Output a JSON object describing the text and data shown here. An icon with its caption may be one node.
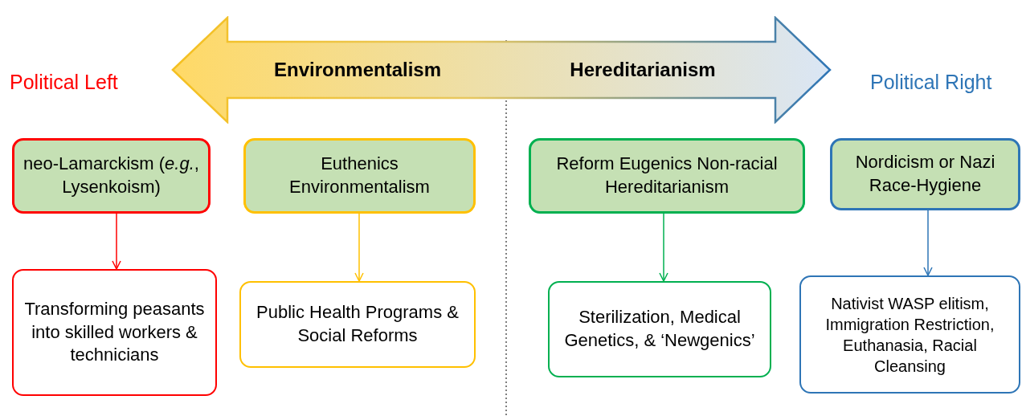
{
  "diagram": {
    "nodes": [
      {
        "text": [
          "Environmentalism",
          "Hereditarianism"
        ]
      },
      {
        "text": [
          "neo-Lamarckism (*e.g.*, Lysenkoism)"
        ]
      },
      {
        "text": [
          "Euthenics Environmentalism"
        ]
      },
      {
        "text": [
          "Reform Eugenics Non-racial Hereditarianism"
        ]
      },
      {
        "text": [
          "Nordicism or Nazi Race-Hygiene"
        ]
      },
      {
        "text": [
          "Transforming peasants into skilled workers & technicians"
        ]
      },
      {
        "text": [
          "Public Health Programs & Social Reforms"
        ]
      },
      {
        "text": [
          "Sterilization, Medical Genetics, & ‘Newgenics’"
        ]
      },
      {
        "text": [
          "Nativist WASP elitism, Immigration Restriction, Euthanasia, Racial Cleansing"
        ]
      }
    ],
    "edges": [
      {
        "from": 1,
        "to": 5,
        "arrow": "to",
        "color": "#ff0000"
      },
      {
        "from": 2,
        "to": 6,
        "arrow": "to",
        "color": "#ffc000"
      },
      {
        "from": 3,
        "to": 7,
        "arrow": "to",
        "color": "#00b050"
      },
      {
        "from": 4,
        "to": 8,
        "arrow": "to",
        "color": "#2e75b6"
      }
    ],
    "labels": [
      "Political Left",
      "Political Right"
    ]
  }
}
